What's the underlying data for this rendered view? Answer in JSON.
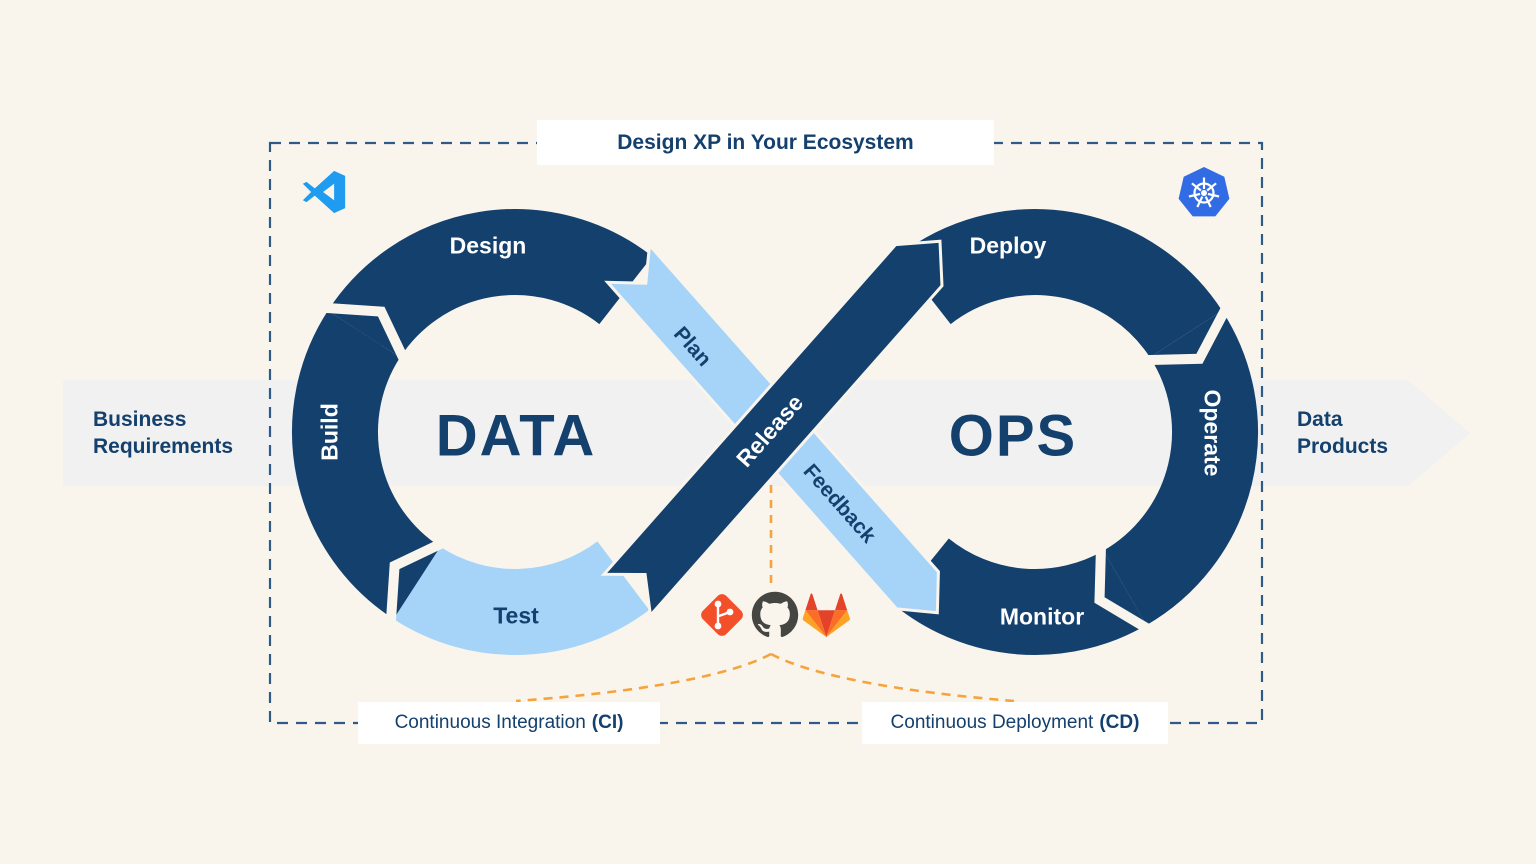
{
  "title": "Design XP in Your Ecosystem",
  "flow": {
    "input": "Business Requirements",
    "output": "Data Products"
  },
  "data_loop": {
    "center": "DATA",
    "top": "Design",
    "left": "Build",
    "bottom": "Test",
    "diagonal": "Plan"
  },
  "ops_loop": {
    "center": "OPS",
    "top": "Deploy",
    "right": "Operate",
    "bottom": "Monitor",
    "diagonal": "Feedback"
  },
  "cross_band": {
    "label": "Release"
  },
  "footer": {
    "ci": "Continuous Integration",
    "ci_abbr": "(CI)",
    "cd": "Continuous Deployment",
    "cd_abbr": "(CD)"
  },
  "icons": {
    "top_left": "vscode-icon",
    "top_right": "kubernetes-icon",
    "center": [
      "git-icon",
      "github-icon",
      "gitlab-icon"
    ]
  },
  "colors": {
    "background": "#FAF5EC",
    "navy": "#14406E",
    "light_blue": "#A6D4F9",
    "band_gray": "#F0F1F0",
    "accent_orange": "#F5A33C",
    "border_dash": "#2E5A87",
    "git_orange": "#F34F29",
    "github_gray": "#454542",
    "kubernetes_blue": "#326CE5",
    "vscode_blue": "#1F9CF0"
  }
}
